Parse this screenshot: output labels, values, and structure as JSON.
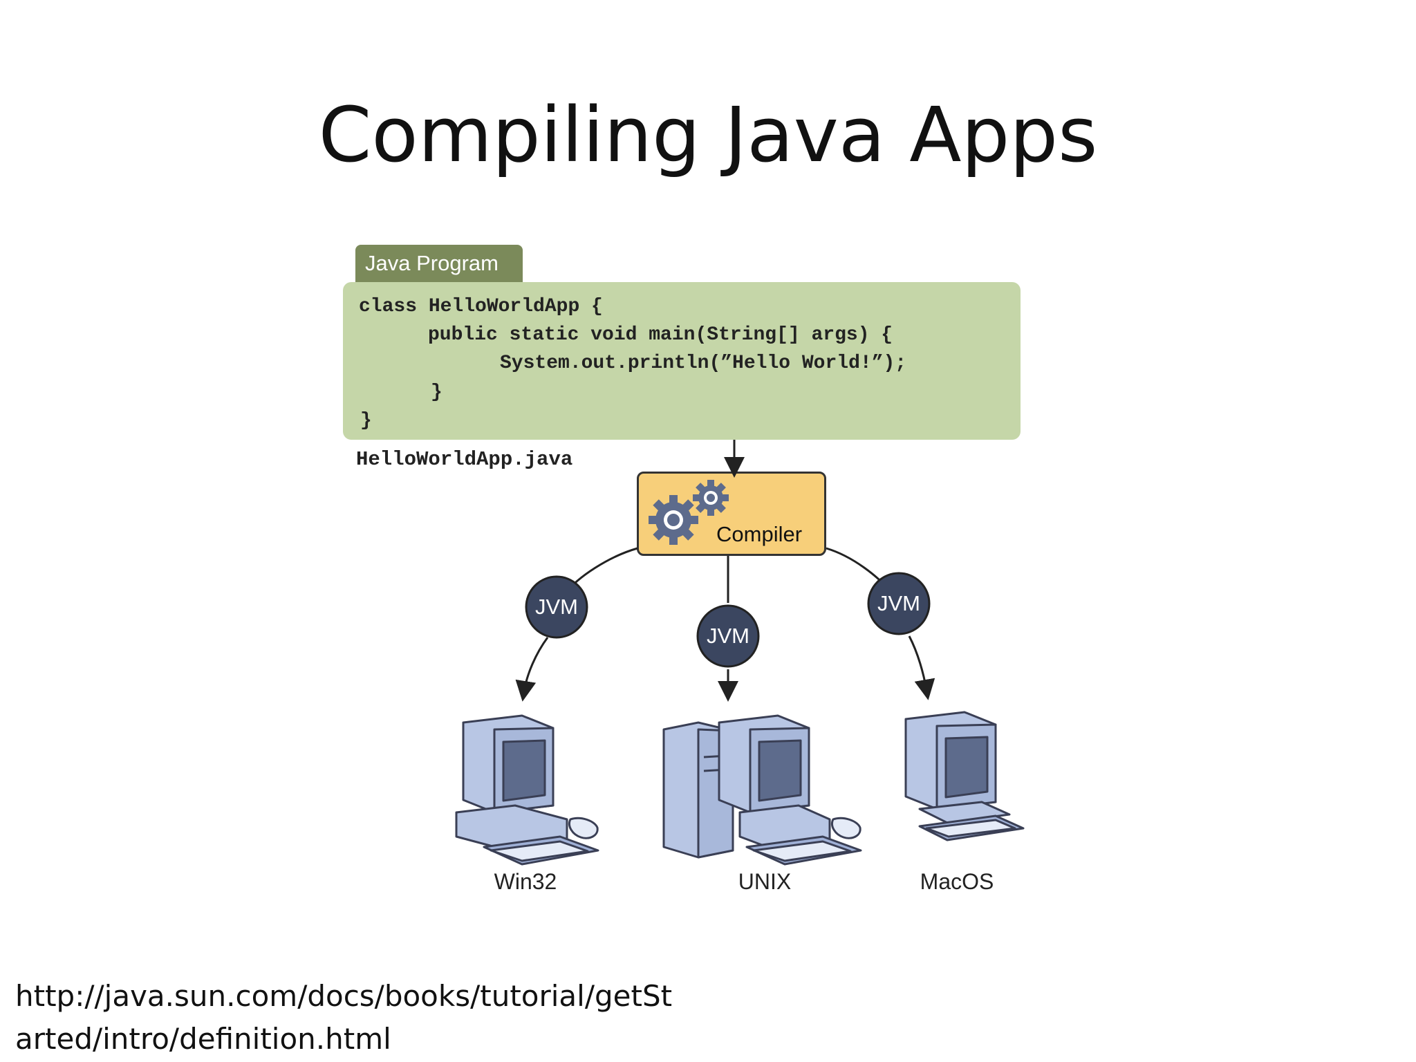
{
  "slide": {
    "title": "Compiling Java Apps"
  },
  "program": {
    "tab_label": "Java Program",
    "code_lines": [
      "class HelloWorldApp {",
      "public static void main(String[] args) {",
      "System.out.println(”Hello World!”);",
      "}",
      "}"
    ],
    "file_name": "HelloWorldApp.java"
  },
  "compiler": {
    "label": "Compiler",
    "icon": "gears-icon"
  },
  "jvms": [
    {
      "label": "JVM"
    },
    {
      "label": "JVM"
    },
    {
      "label": "JVM"
    }
  ],
  "platforms": [
    {
      "label": "Win32",
      "icon": "desktop-computer-icon"
    },
    {
      "label": "UNIX",
      "icon": "workstation-computer-icon"
    },
    {
      "label": "MacOS",
      "icon": "desktop-computer-icon"
    }
  ],
  "source": {
    "url_line1": "http://java.sun.com/docs/books/tutorial/getSt",
    "url_line2": "arted/intro/definition.html"
  },
  "colors": {
    "program_box": "#c5d6a8",
    "program_tab": "#7b8a5a",
    "compiler_box": "#f7cf7a",
    "jvm_circle": "#3b4660",
    "computer_body": "#b8c6e4"
  }
}
